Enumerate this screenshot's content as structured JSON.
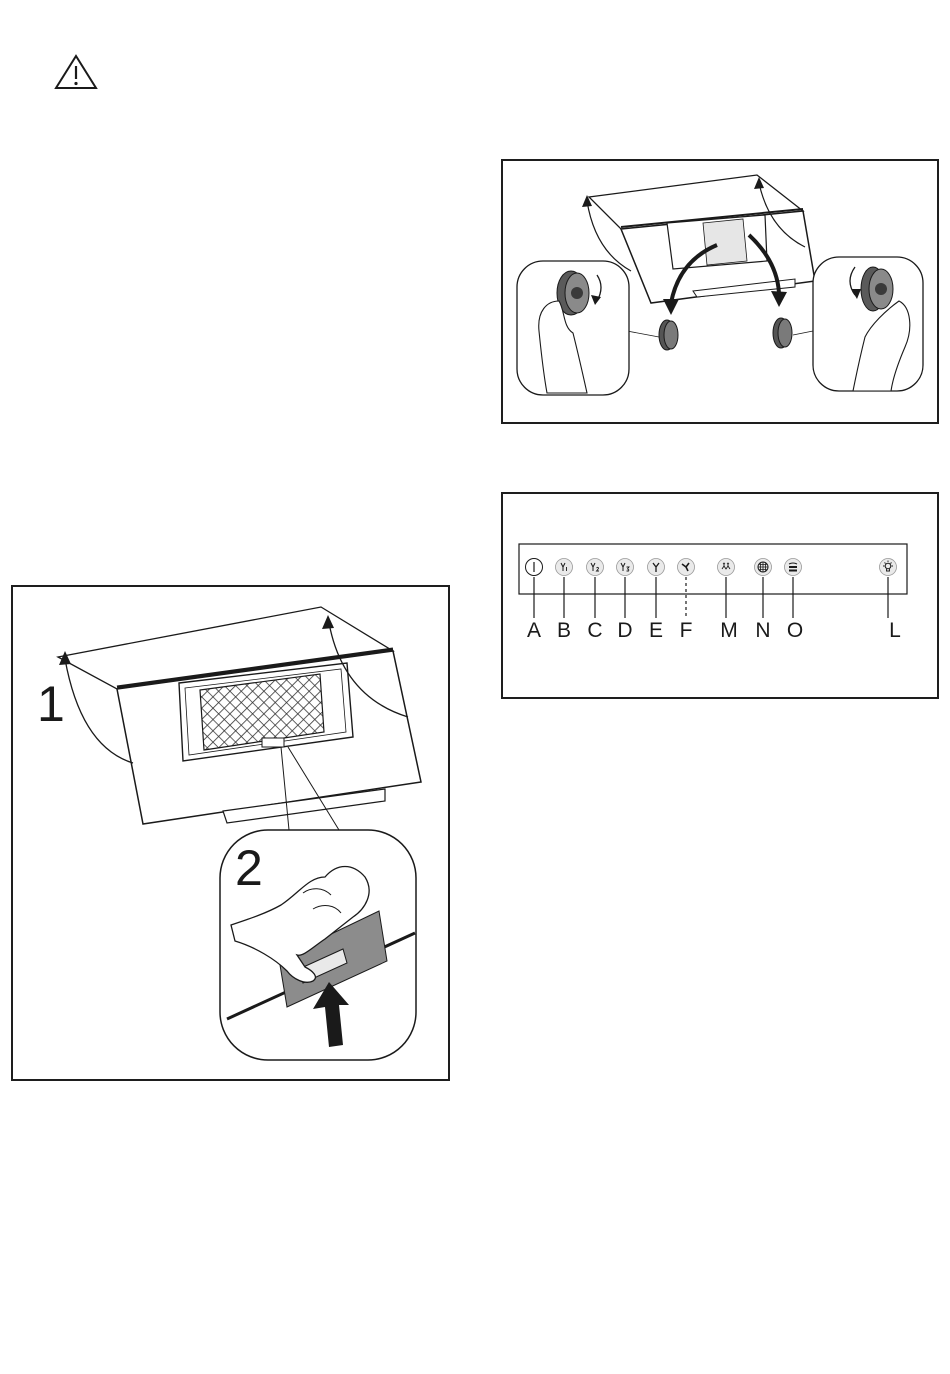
{
  "warning": {
    "icon": "warning-triangle-icon"
  },
  "filter_removal_figure": {
    "step_labels": [
      "1",
      "2"
    ],
    "icons": [
      "hood-body-illustration",
      "grease-filter-icon",
      "hand-pulling-handle-illustration",
      "up-arrow-icon"
    ]
  },
  "carbon_filter_figure": {
    "icons": [
      "hood-body-illustration",
      "carbon-filter-icon",
      "hand-turning-filter-illustration",
      "rotation-arrow-icon"
    ]
  },
  "control_panel_figure": {
    "buttons": [
      {
        "letter": "A",
        "icon": "power-icon"
      },
      {
        "letter": "B",
        "icon": "fan-speed-1-icon"
      },
      {
        "letter": "C",
        "icon": "fan-speed-2-icon"
      },
      {
        "letter": "D",
        "icon": "fan-speed-3-icon"
      },
      {
        "letter": "E",
        "icon": "fan-boost-icon"
      },
      {
        "letter": "F",
        "icon": "fan-auto-icon"
      },
      {
        "letter": "M",
        "icon": "clean-air-icon"
      },
      {
        "letter": "N",
        "icon": "filter-grid-icon"
      },
      {
        "letter": "O",
        "icon": "carbon-filter-indicator-icon"
      },
      {
        "letter": "L",
        "icon": "light-icon"
      }
    ]
  }
}
